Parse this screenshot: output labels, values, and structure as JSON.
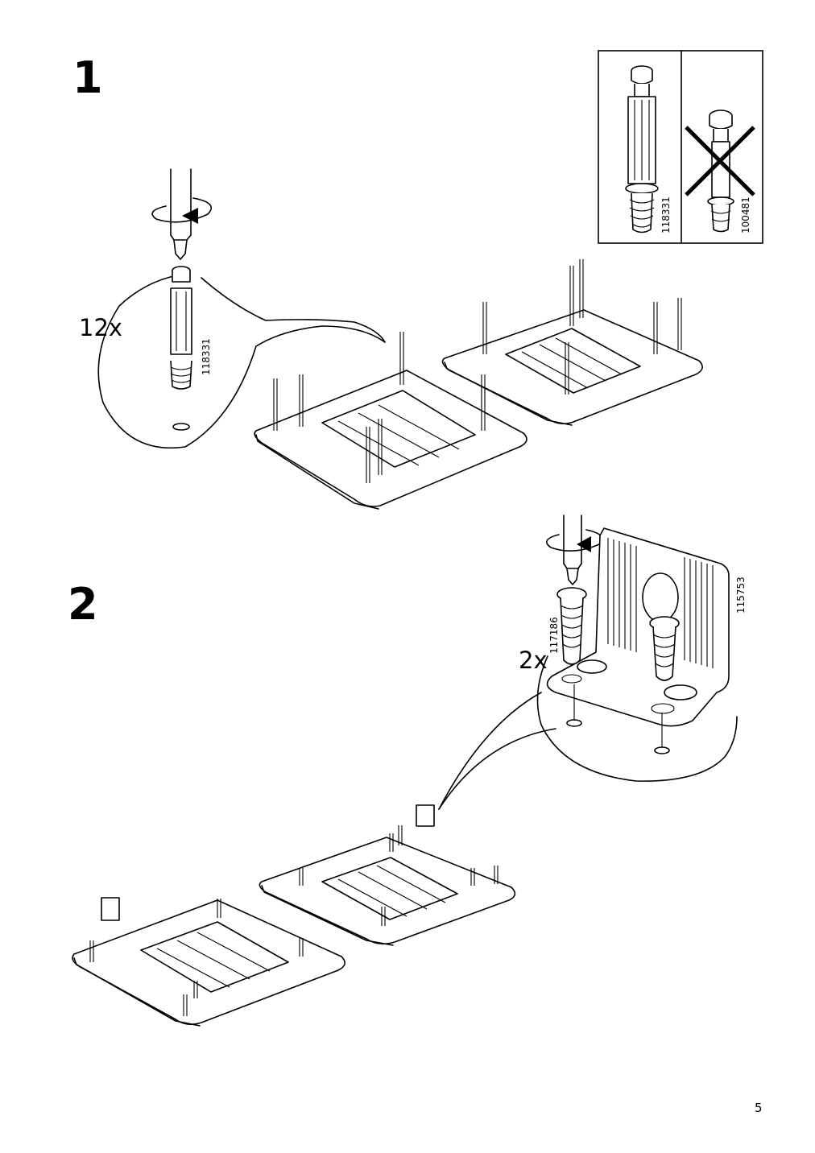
{
  "steps": [
    {
      "number": "1",
      "quantity": "12x",
      "part_number": "118331"
    },
    {
      "number": "2",
      "quantity": "2x",
      "part_number": "117186",
      "bracket_part_number": "115753"
    }
  ],
  "reference_box": {
    "correct_part": "118331",
    "incorrect_part": "100481"
  },
  "page_number": "5",
  "icons": [
    "screwdriver-icon",
    "rotate-clockwise-icon",
    "cam-lock-dowel-icon",
    "wood-screw-icon",
    "angle-bracket-icon",
    "cross-out-icon"
  ],
  "colors": {
    "ink": "#000000",
    "paper": "#ffffff"
  }
}
